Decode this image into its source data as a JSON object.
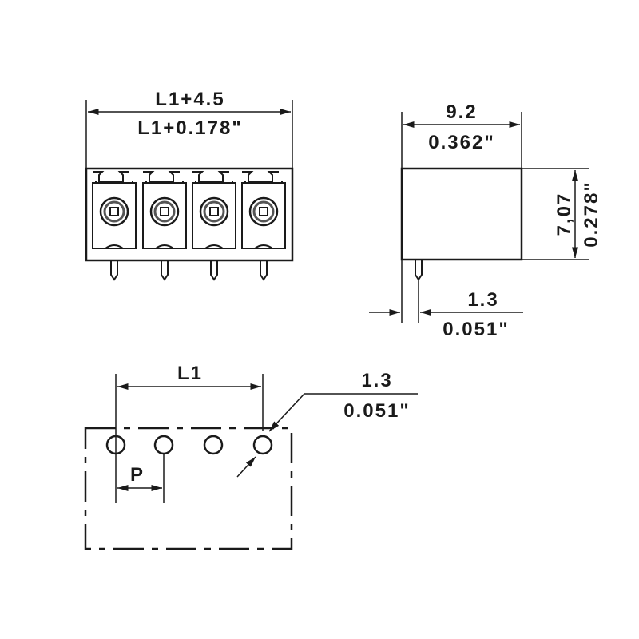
{
  "front_view": {
    "dim_top_mm": "L1+4.5",
    "dim_top_in": "L1+0.178\"",
    "terminal_count": 4
  },
  "side_view": {
    "width_mm": "9.2",
    "width_in": "0.362\"",
    "height_mm": "7,07",
    "height_in": "0.278\"",
    "pin_offset_mm": "1.3",
    "pin_offset_in": "0.051\""
  },
  "footprint_view": {
    "span_label": "L1",
    "pitch_label": "P",
    "hole_dia_mm": "1.3",
    "hole_dia_in": "0.051\"",
    "hole_count": 4
  },
  "colors": {
    "line": "#1a1a1a",
    "background": "#ffffff"
  }
}
